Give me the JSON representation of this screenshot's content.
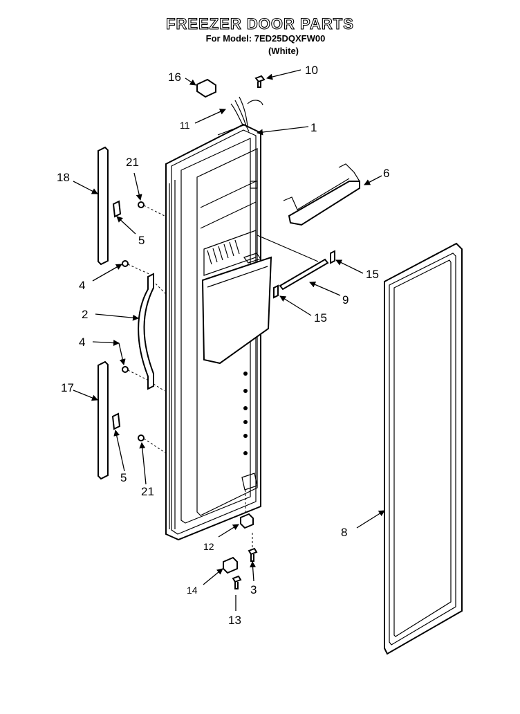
{
  "title": "FREEZER DOOR PARTS",
  "subtitle": "For Model: 7ED25DQXFW00",
  "variant": "(White)",
  "callouts": {
    "c1": "1",
    "c2": "2",
    "c3": "3",
    "c4a": "4",
    "c4b": "4",
    "c5a": "5",
    "c5b": "5",
    "c6": "6",
    "c8": "8",
    "c9": "9",
    "c10": "10",
    "c11": "11",
    "c12": "12",
    "c13": "13",
    "c14": "14",
    "c15a": "15",
    "c15b": "15",
    "c16": "16",
    "c17": "17",
    "c18": "18",
    "c21a": "21",
    "c21b": "21"
  },
  "colors": {
    "line": "#000000",
    "background": "#ffffff"
  }
}
